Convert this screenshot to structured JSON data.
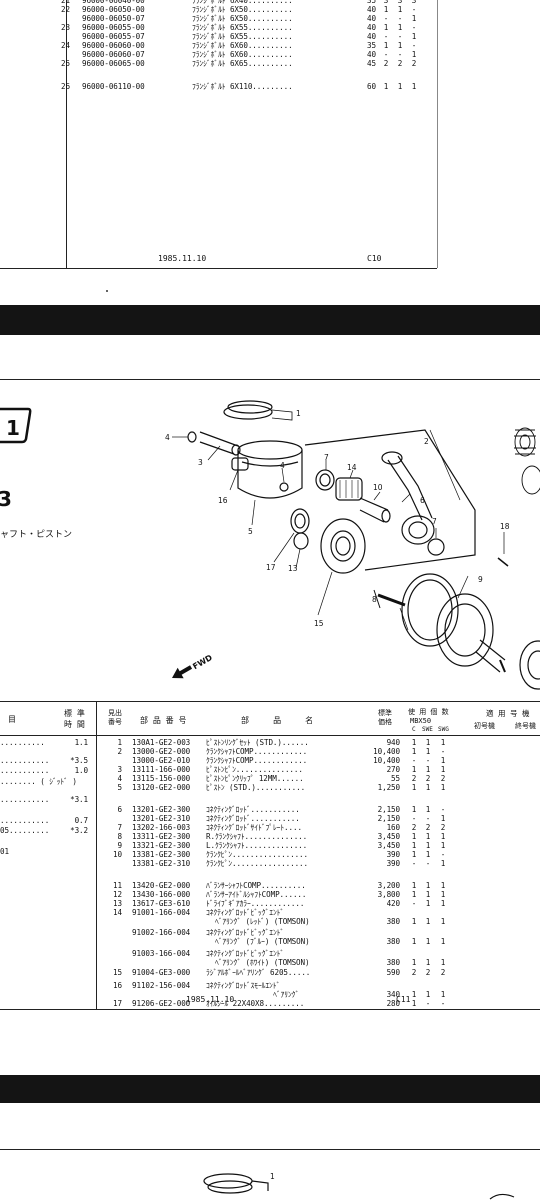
{
  "page_top": {
    "rows": [
      {
        "ref": "21",
        "part": "96000-06040-00",
        "name": "ﾌﾗﾝｼﾞﾎﾞﾙﾄ 6X40..........",
        "price": "35",
        "q": [
          "3",
          "3",
          "3"
        ]
      },
      {
        "ref": "22",
        "part": "96000-06050-00",
        "name": "ﾌﾗﾝｼﾞﾎﾞﾙﾄ 6X50..........",
        "price": "40",
        "q": [
          "1",
          "1",
          "-"
        ]
      },
      {
        "ref": "",
        "part": "96000-06050-07",
        "name": "ﾌﾗﾝｼﾞﾎﾞﾙﾄ 6X50..........",
        "price": "40",
        "q": [
          "-",
          "-",
          "1"
        ]
      },
      {
        "ref": "23",
        "part": "96000-06055-00",
        "name": "ﾌﾗﾝｼﾞﾎﾞﾙﾄ 6X55..........",
        "price": "40",
        "q": [
          "1",
          "1",
          "-"
        ]
      },
      {
        "ref": "",
        "part": "96000-06055-07",
        "name": "ﾌﾗﾝｼﾞﾎﾞﾙﾄ 6X55..........",
        "price": "40",
        "q": [
          "-",
          "-",
          "1"
        ]
      },
      {
        "ref": "24",
        "part": "96000-06060-00",
        "name": "ﾌﾗﾝｼﾞﾎﾞﾙﾄ 6X60..........",
        "price": "35",
        "q": [
          "1",
          "1",
          "-"
        ]
      },
      {
        "ref": "",
        "part": "96000-06060-07",
        "name": "ﾌﾗﾝｼﾞﾎﾞﾙﾄ 6X60..........",
        "price": "40",
        "q": [
          "-",
          "-",
          "1"
        ]
      },
      {
        "ref": "25",
        "part": "96000-06065-00",
        "name": "ﾌﾗﾝｼﾞﾎﾞﾙﾄ 6X65..........",
        "price": "45",
        "q": [
          "2",
          "2",
          "2"
        ]
      },
      {
        "ref": "26",
        "part": "96000-06110-00",
        "name": "ﾌﾗﾝｼﾞﾎﾞﾙﾄ 6X110.........",
        "price": "60",
        "q": [
          "1",
          "1",
          "1"
        ]
      }
    ],
    "date": "1985.11.10",
    "page_no": "C10"
  },
  "page_mid": {
    "section_no": "1",
    "section_letter": "3",
    "section_title": "ャフト・ピストン",
    "fwd_label": "FWD",
    "callouts": [
      "1",
      "2",
      "3",
      "4",
      "4",
      "5",
      "6",
      "7",
      "7",
      "8",
      "9",
      "10",
      "13",
      "14",
      "15",
      "16",
      "17",
      "18"
    ],
    "left_header": {
      "col_a": "目",
      "col_b": "標 準",
      "col_c": "時 間"
    },
    "left_rows": [
      {
        "text": "..........",
        "val": "1.1"
      },
      {
        "text": "...........",
        "val": "*3.5"
      },
      {
        "text": "...........",
        "val": "1.0"
      },
      {
        "text": "........ ( ｼﾞｯﾄﾞ )",
        "val": ""
      },
      {
        "text": "...........",
        "val": "*3.1"
      },
      {
        "text": "...........",
        "val": "0.7"
      },
      {
        "text": "05.........",
        "val": "*3.2"
      },
      {
        "text": "01",
        "val": ""
      }
    ],
    "header": {
      "ref": "見出\n番号",
      "part": "部 品 番 号",
      "name": "部     品     名",
      "price": "標準\n価格",
      "usage": "使 用 個 数",
      "model": "MBX50",
      "sub": [
        "C",
        "SWE",
        "SWG"
      ],
      "applic": "適 用 号 機",
      "applic_a": "初号機",
      "applic_b": "終号機"
    },
    "rows": [
      {
        "ref": "1",
        "part": "130A1-GE2-003",
        "name": "ﾋﾟｽﾄﾝﾘﾝｸﾞｾｯﾄ (STD.)......",
        "price": "940",
        "q": [
          "1",
          "1",
          "1"
        ]
      },
      {
        "ref": "2",
        "part": "13000-GE2-000",
        "name": "ｸﾗﾝｸｼｬﾌﾄCOMP............",
        "price": "10,400",
        "q": [
          "1",
          "1",
          "-"
        ]
      },
      {
        "ref": "",
        "part": "13000-GE2-010",
        "name": "ｸﾗﾝｸｼｬﾌﾄCOMP............",
        "price": "10,400",
        "q": [
          "-",
          "-",
          "1"
        ]
      },
      {
        "ref": "3",
        "part": "13111-166-000",
        "name": "ﾋﾟｽﾄﾝﾋﾟﾝ...............",
        "price": "270",
        "q": [
          "1",
          "1",
          "1"
        ]
      },
      {
        "ref": "4",
        "part": "13115-156-000",
        "name": "ﾋﾟｽﾄﾝﾋﾟﾝｸﾘｯﾌﾟ 12MM......",
        "price": "55",
        "q": [
          "2",
          "2",
          "2"
        ]
      },
      {
        "ref": "5",
        "part": "13120-GE2-000",
        "name": "ﾋﾟｽﾄﾝ (STD.)...........",
        "price": "1,250",
        "q": [
          "1",
          "1",
          "1"
        ]
      },
      {
        "ref": "6",
        "part": "13201-GE2-300",
        "name": "ｺﾈｸﾃｨﾝｸﾞﾛｯﾄﾞ...........",
        "price": "2,150",
        "q": [
          "1",
          "1",
          "-"
        ]
      },
      {
        "ref": "",
        "part": "13201-GE2-310",
        "name": "ｺﾈｸﾃｨﾝｸﾞﾛｯﾄﾞ...........",
        "price": "2,150",
        "q": [
          "-",
          "-",
          "1"
        ]
      },
      {
        "ref": "7",
        "part": "13202-166-003",
        "name": "ｺﾈｸﾃｨﾝｸﾞﾛｯﾄﾞｻｲﾄﾞﾌﾟﾚｰﾄ....",
        "price": "160",
        "q": [
          "2",
          "2",
          "2"
        ]
      },
      {
        "ref": "8",
        "part": "13311-GE2-300",
        "name": "R.ｸﾗﾝｸｼｬﾌﾄ..............",
        "price": "3,450",
        "q": [
          "1",
          "1",
          "1"
        ]
      },
      {
        "ref": "9",
        "part": "13321-GE2-300",
        "name": "L.ｸﾗﾝｸｼｬﾌﾄ..............",
        "price": "3,450",
        "q": [
          "1",
          "1",
          "1"
        ]
      },
      {
        "ref": "10",
        "part": "13381-GE2-300",
        "name": "ｸﾗﾝｸﾋﾟﾝ.................",
        "price": "390",
        "q": [
          "1",
          "1",
          "-"
        ]
      },
      {
        "ref": "",
        "part": "13381-GE2-310",
        "name": "ｸﾗﾝｸﾋﾟﾝ.................",
        "price": "390",
        "q": [
          "-",
          "-",
          "1"
        ]
      },
      {
        "ref": "11",
        "part": "13420-GE2-000",
        "name": "ﾊﾞﾗﾝｻｰｼｬﾌﾄCOMP..........",
        "price": "3,200",
        "q": [
          "1",
          "1",
          "1"
        ]
      },
      {
        "ref": "12",
        "part": "13430-166-000",
        "name": "ﾊﾞﾗﾝｻｰｱｲﾄﾞﾙｼｬﾌﾄCOMP......",
        "price": "3,800",
        "q": [
          "1",
          "1",
          "1"
        ]
      },
      {
        "ref": "13",
        "part": "13617-GE3-610",
        "name": "ﾄﾞﾗｲﾌﾞｷﾞｱｶﾗｰ............",
        "price": "420",
        "q": [
          "-",
          "1",
          "1"
        ]
      },
      {
        "ref": "14",
        "part": "91001-166-004",
        "name": "ｺﾈｸﾃｨﾝｸﾞﾛｯﾄﾞﾋﾞｯｸﾞｴﾝﾄﾞ",
        "price": "",
        "q": [
          "",
          "",
          ""
        ]
      },
      {
        "ref": "",
        "part": "",
        "name": "  ﾍﾞｱﾘﾝｸﾞ (ﾚｯﾄﾞ) (TOMSON)",
        "price": "380",
        "q": [
          "1",
          "1",
          "1"
        ]
      },
      {
        "ref": "",
        "part": "91002-166-004",
        "name": "ｺﾈｸﾃｨﾝｸﾞﾛｯﾄﾞﾋﾞｯｸﾞｴﾝﾄﾞ",
        "price": "",
        "q": [
          "",
          "",
          ""
        ]
      },
      {
        "ref": "",
        "part": "",
        "name": "  ﾍﾞｱﾘﾝｸﾞ (ﾌﾞﾙｰ) (TOMSON)",
        "price": "380",
        "q": [
          "1",
          "1",
          "1"
        ]
      },
      {
        "ref": "",
        "part": "91003-166-004",
        "name": "ｺﾈｸﾃｨﾝｸﾞﾛｯﾄﾞﾋﾞｯｸﾞｴﾝﾄﾞ",
        "price": "",
        "q": [
          "",
          "",
          ""
        ]
      },
      {
        "ref": "",
        "part": "",
        "name": "  ﾍﾞｱﾘﾝｸﾞ (ﾎﾜｲﾄ) (TOMSON)",
        "price": "380",
        "q": [
          "1",
          "1",
          "1"
        ]
      },
      {
        "ref": "15",
        "part": "91004-GE3-000",
        "name": "ﾗｼﾞｱﾙﾎﾞｰﾙﾍﾞｱﾘﾝｸﾞ 6205.....",
        "price": "590",
        "q": [
          "2",
          "2",
          "2"
        ]
      },
      {
        "ref": "16",
        "part": "91102-156-004",
        "name": "ｺﾈｸﾃｨﾝｸﾞﾛｯﾄﾞｽﾓｰﾙｴﾝﾄﾞ",
        "price": "",
        "q": [
          "",
          "",
          ""
        ]
      },
      {
        "ref": "",
        "part": "",
        "name": "               ﾍﾞｱﾘﾝｸﾞ",
        "price": "340",
        "q": [
          "1",
          "1",
          "1"
        ]
      },
      {
        "ref": "17",
        "part": "91206-GE2-000",
        "name": "ｵｲﾙｼｰﾙ 22X40X8.........",
        "price": "280",
        "q": [
          "1",
          "-",
          "-"
        ]
      }
    ],
    "date": "1985.11.10",
    "page_no": "C11"
  },
  "page_bottom": {
    "callout": "1"
  }
}
